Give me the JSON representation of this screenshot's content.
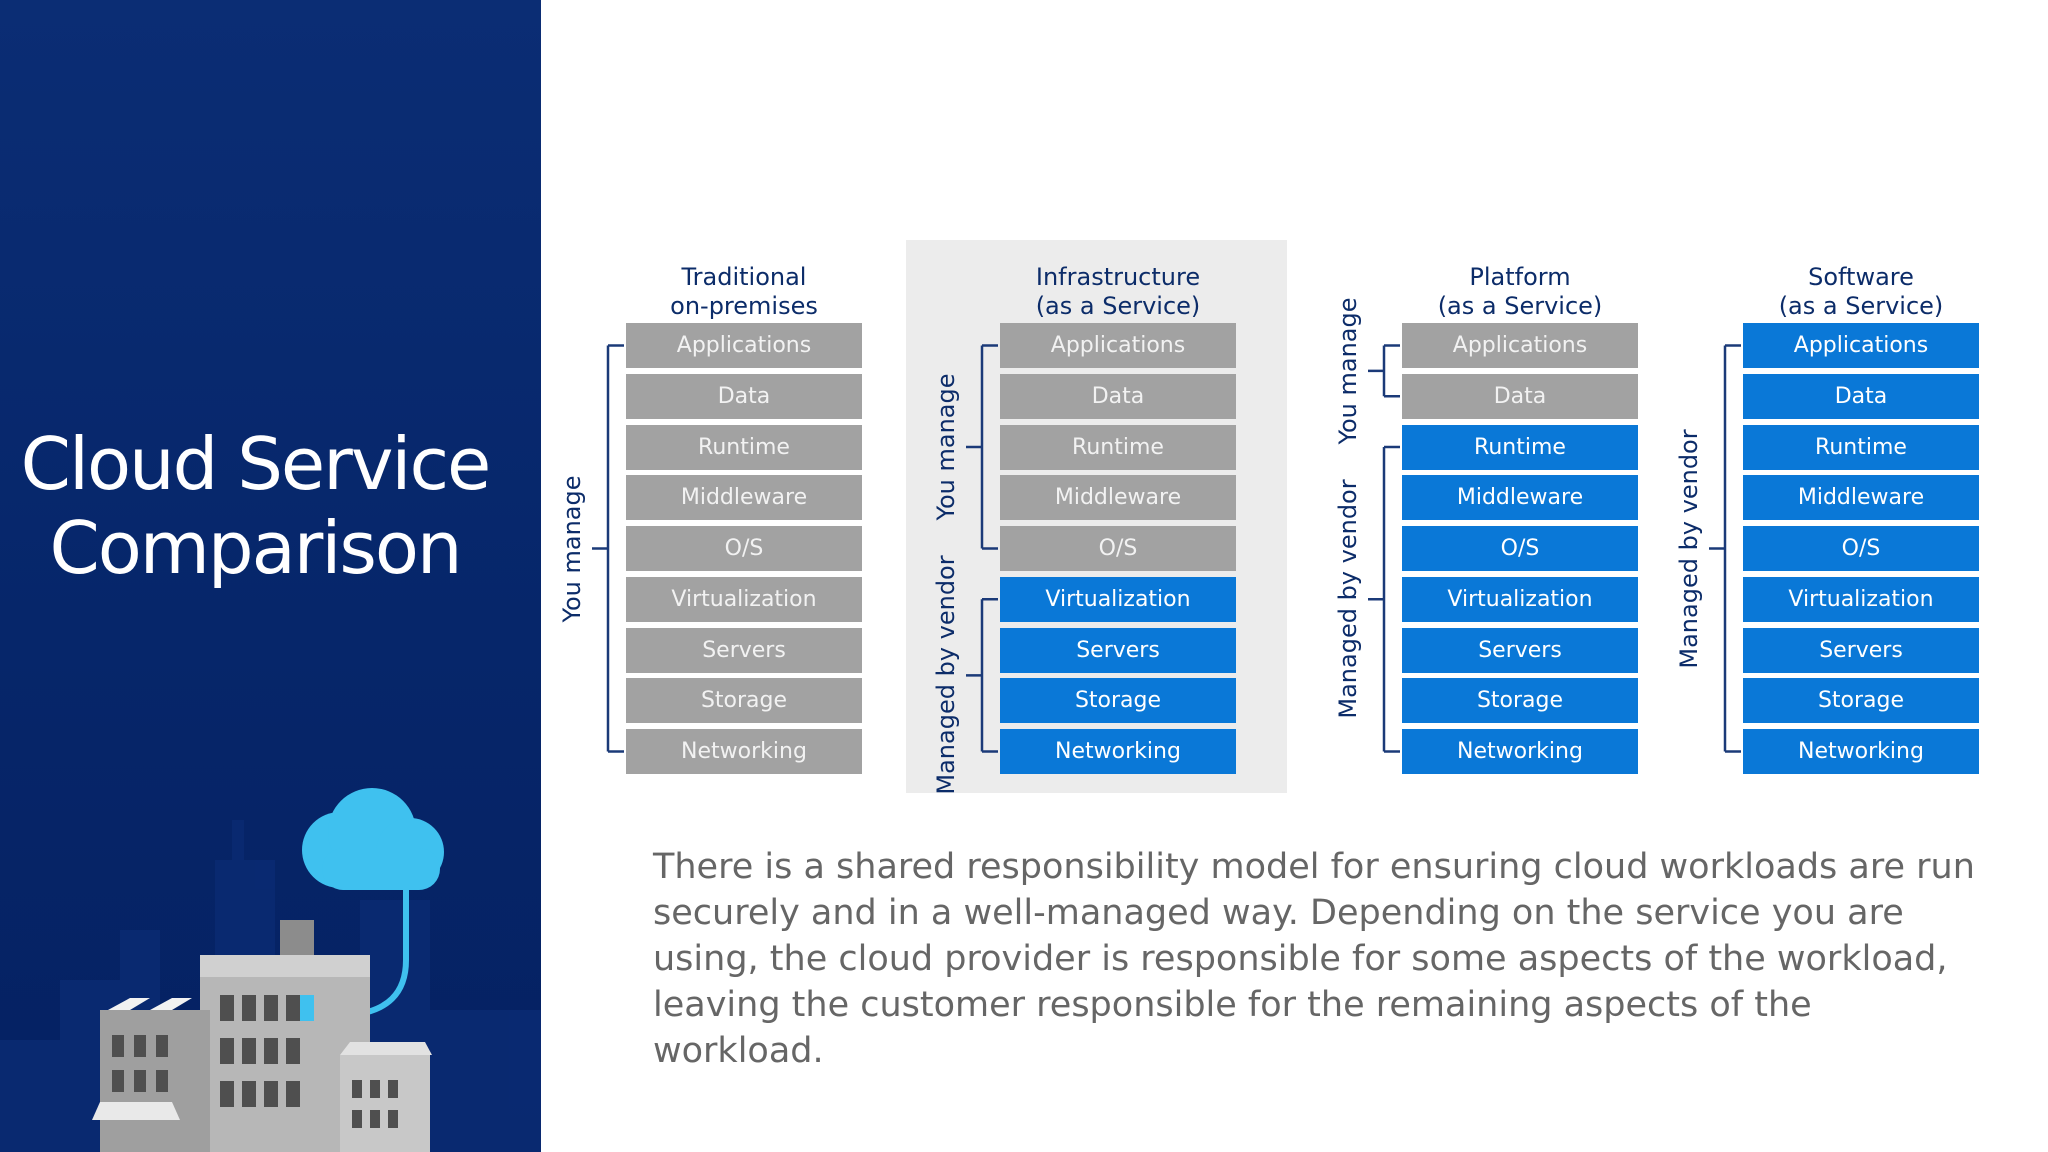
{
  "slide": {
    "title_lines": [
      "Cloud Service",
      "Comparison"
    ],
    "caption": "There is a shared responsibility model for ensuring cloud workloads are run securely and in a well-managed way. Depending on the service you are using, the cloud provider is responsible for some aspects of the workload, leaving the customer responsible for the remaining aspects of the workload."
  },
  "layers": [
    "Applications",
    "Data",
    "Runtime",
    "Middleware",
    "O/S",
    "Virtualization",
    "Servers",
    "Storage",
    "Networking"
  ],
  "labels": {
    "you_manage": "You manage",
    "managed_by_vendor": "Managed by vendor"
  },
  "columns": [
    {
      "title": [
        "Traditional",
        "on-premises"
      ],
      "you_manage_count": 9,
      "highlighted": false
    },
    {
      "title": [
        "Infrastructure",
        "(as a Service)"
      ],
      "you_manage_count": 5,
      "highlighted": true
    },
    {
      "title": [
        "Platform",
        "(as a Service)"
      ],
      "you_manage_count": 2,
      "highlighted": false
    },
    {
      "title": [
        "Software",
        "(as a Service)"
      ],
      "you_manage_count": 0,
      "highlighted": false
    }
  ],
  "colors": {
    "sidebar": "#06266a",
    "you_manage_layer": "#a2a2a2",
    "vendor_layer": "#0a78d7",
    "label_text": "#0c2c69",
    "caption_text": "#666666",
    "cloud": "#3fc1ef"
  }
}
